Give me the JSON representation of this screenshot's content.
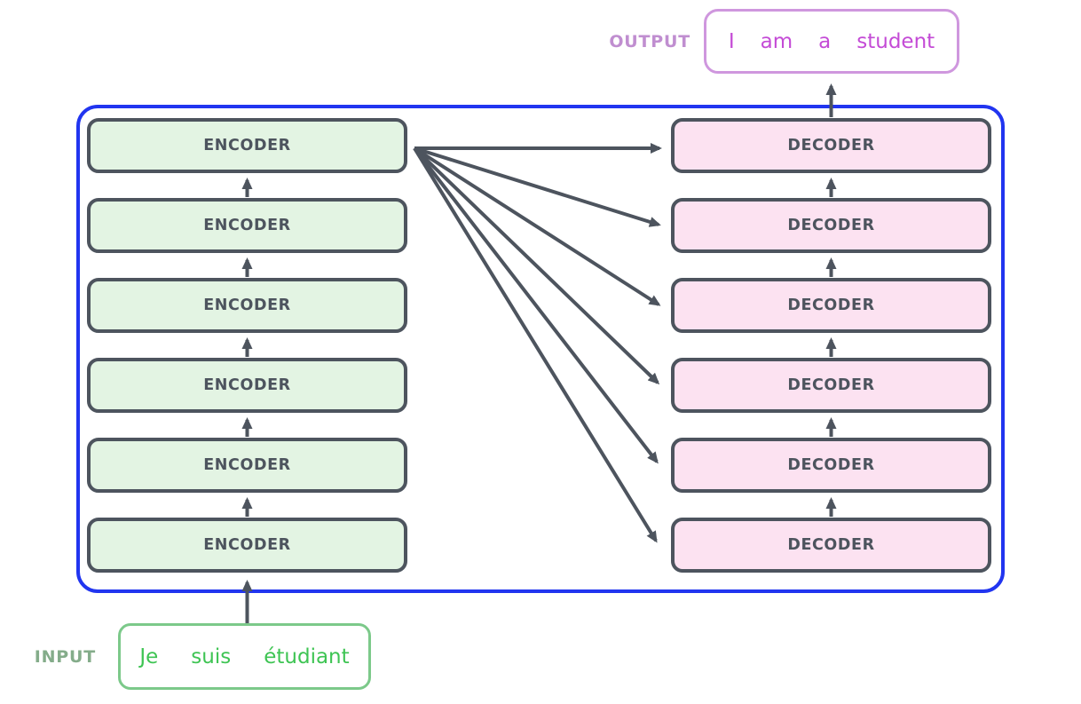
{
  "diagram": {
    "title": "transformer-encoder-decoder-stack",
    "output": {
      "label": "OUTPUT",
      "words": [
        "I",
        "am",
        "a",
        "student"
      ]
    },
    "input": {
      "label": "INPUT",
      "words": [
        "Je",
        "suis",
        "étudiant"
      ]
    },
    "encoders": [
      {
        "label": "ENCODER"
      },
      {
        "label": "ENCODER"
      },
      {
        "label": "ENCODER"
      },
      {
        "label": "ENCODER"
      },
      {
        "label": "ENCODER"
      },
      {
        "label": "ENCODER"
      }
    ],
    "decoders": [
      {
        "label": "DECODER"
      },
      {
        "label": "DECODER"
      },
      {
        "label": "DECODER"
      },
      {
        "label": "DECODER"
      },
      {
        "label": "DECODER"
      },
      {
        "label": "DECODER"
      }
    ],
    "colors": {
      "container_border": "#2135f0",
      "box_border": "#4d545e",
      "encoder_fill": "#e3f4e3",
      "decoder_fill": "#fce2f1",
      "arrow": "#4d545e",
      "input_border": "#7cc98a",
      "input_text": "#3ec453",
      "input_label": "#84ac8a",
      "output_border": "#cf97de",
      "output_text": "#c44bd6",
      "output_label": "#c08ed0"
    }
  }
}
